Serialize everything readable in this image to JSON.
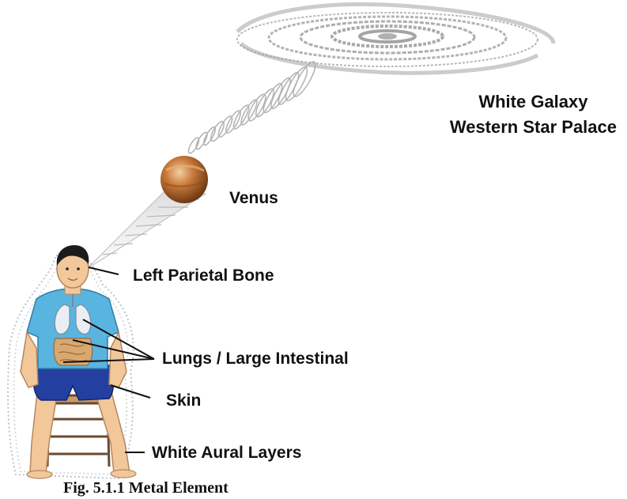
{
  "labels": {
    "galaxy_line1": "White Galaxy",
    "galaxy_line2": "Western Star Palace",
    "planet": "Venus",
    "bone": "Left Parietal Bone",
    "organs": "Lungs / Large Intestinal",
    "skin": "Skin",
    "aura": "White Aural Layers"
  },
  "caption": "Fig. 5.1.1 Metal Element",
  "colors": {
    "skin": "#f2c89a",
    "shirt": "#5ab4e0",
    "shorts": "#2340a0",
    "planet": "#c8783a",
    "aura": "#9aa8b8",
    "galaxy": "#8a8a8a"
  }
}
